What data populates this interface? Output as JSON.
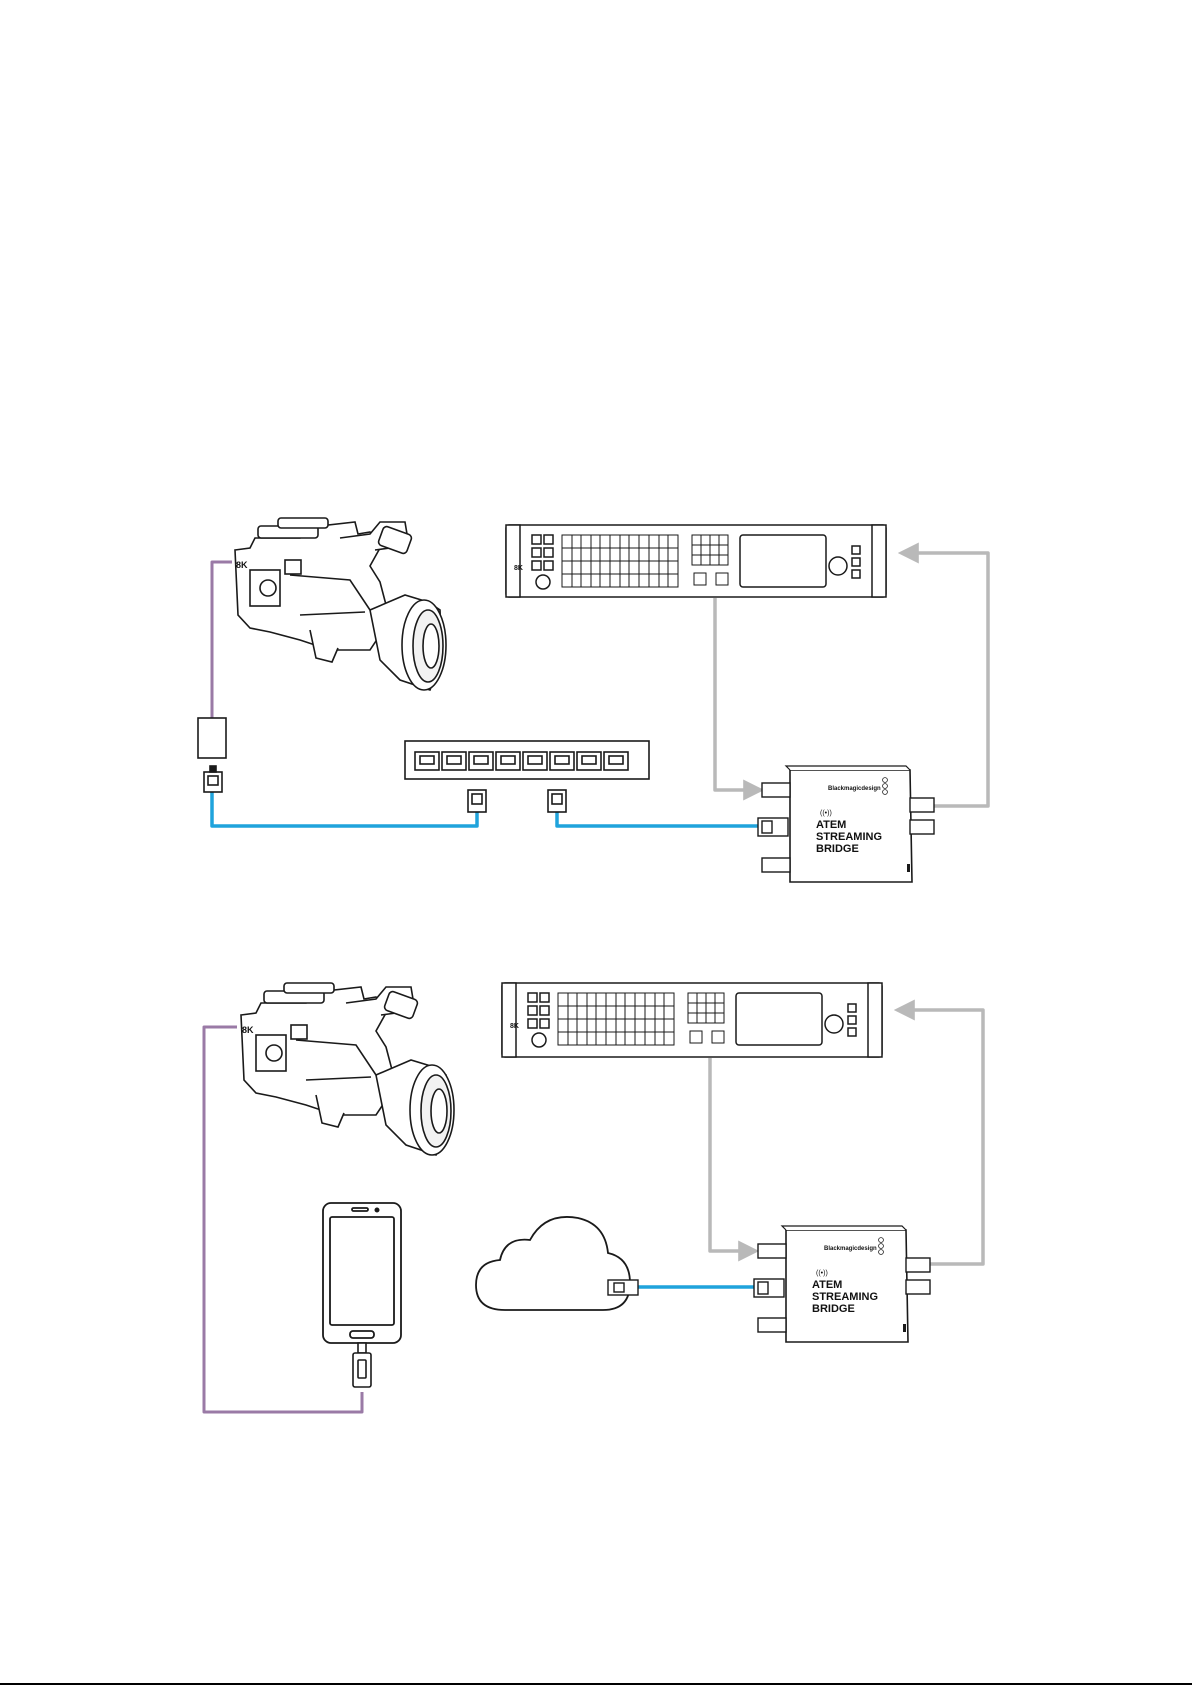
{
  "colors": {
    "line_purple": "#9a7aa6",
    "line_blue": "#1fa3dc",
    "line_gray": "#b9b9b9",
    "stroke": "#1a1a1a"
  },
  "diagram_1": {
    "bridge": {
      "brand": "Blackmagicdesign",
      "title_line1": "ATEM",
      "title_line2": "STREAMING",
      "title_line3": "BRIDGE"
    },
    "camera_badge": "8K"
  },
  "diagram_2": {
    "bridge": {
      "brand": "Blackmagicdesign",
      "title_line1": "ATEM",
      "title_line2": "STREAMING",
      "title_line3": "BRIDGE"
    },
    "camera_badge": "8K"
  },
  "icons": {
    "camera": "broadcast-camera-icon",
    "switcher": "atem-switcher-icon",
    "bridge": "atem-streaming-bridge-icon",
    "network_switch": "ethernet-switch-icon",
    "cloud": "internet-cloud-icon",
    "phone": "smartphone-icon",
    "rj45": "rj45-connector-icon",
    "usb": "usb-c-adapter-icon"
  }
}
